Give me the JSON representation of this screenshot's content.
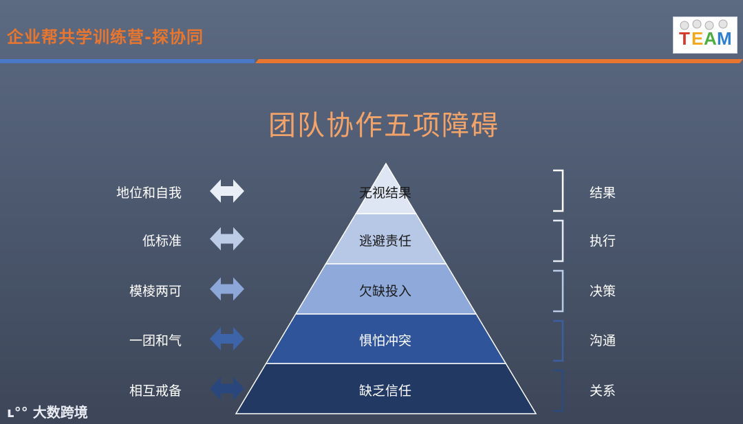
{
  "header": {
    "title": "企业帮共学训练营-探协同",
    "logo_text": "TEAM"
  },
  "main_title": "团队协作五项障碍",
  "layers": [
    {
      "label": "无视结果",
      "fill": "#dfe6f3",
      "left": "地位和自我",
      "right": "结果"
    },
    {
      "label": "逃避责任",
      "fill": "#b7c7e6",
      "left": "低标准",
      "right": "执行"
    },
    {
      "label": "欠缺投入",
      "fill": "#8ea9da",
      "left": "模棱两可",
      "right": "决策"
    },
    {
      "label": "惧怕冲突",
      "fill": "#30549a",
      "left": "一团和气",
      "right": "沟通"
    },
    {
      "label": "缺乏信任",
      "fill": "#213963",
      "left": "相互戒备",
      "right": "关系"
    }
  ],
  "arrow_colors": [
    "#e9eef7",
    "#bccbe6",
    "#8ca7d8",
    "#3d63a8",
    "#2a477d"
  ],
  "bracket_colors": [
    "#ffffff",
    "#e6ecf5",
    "#bccbe6",
    "#3d5f9e",
    "#2d4a7c"
  ],
  "watermark": "大数跨境"
}
